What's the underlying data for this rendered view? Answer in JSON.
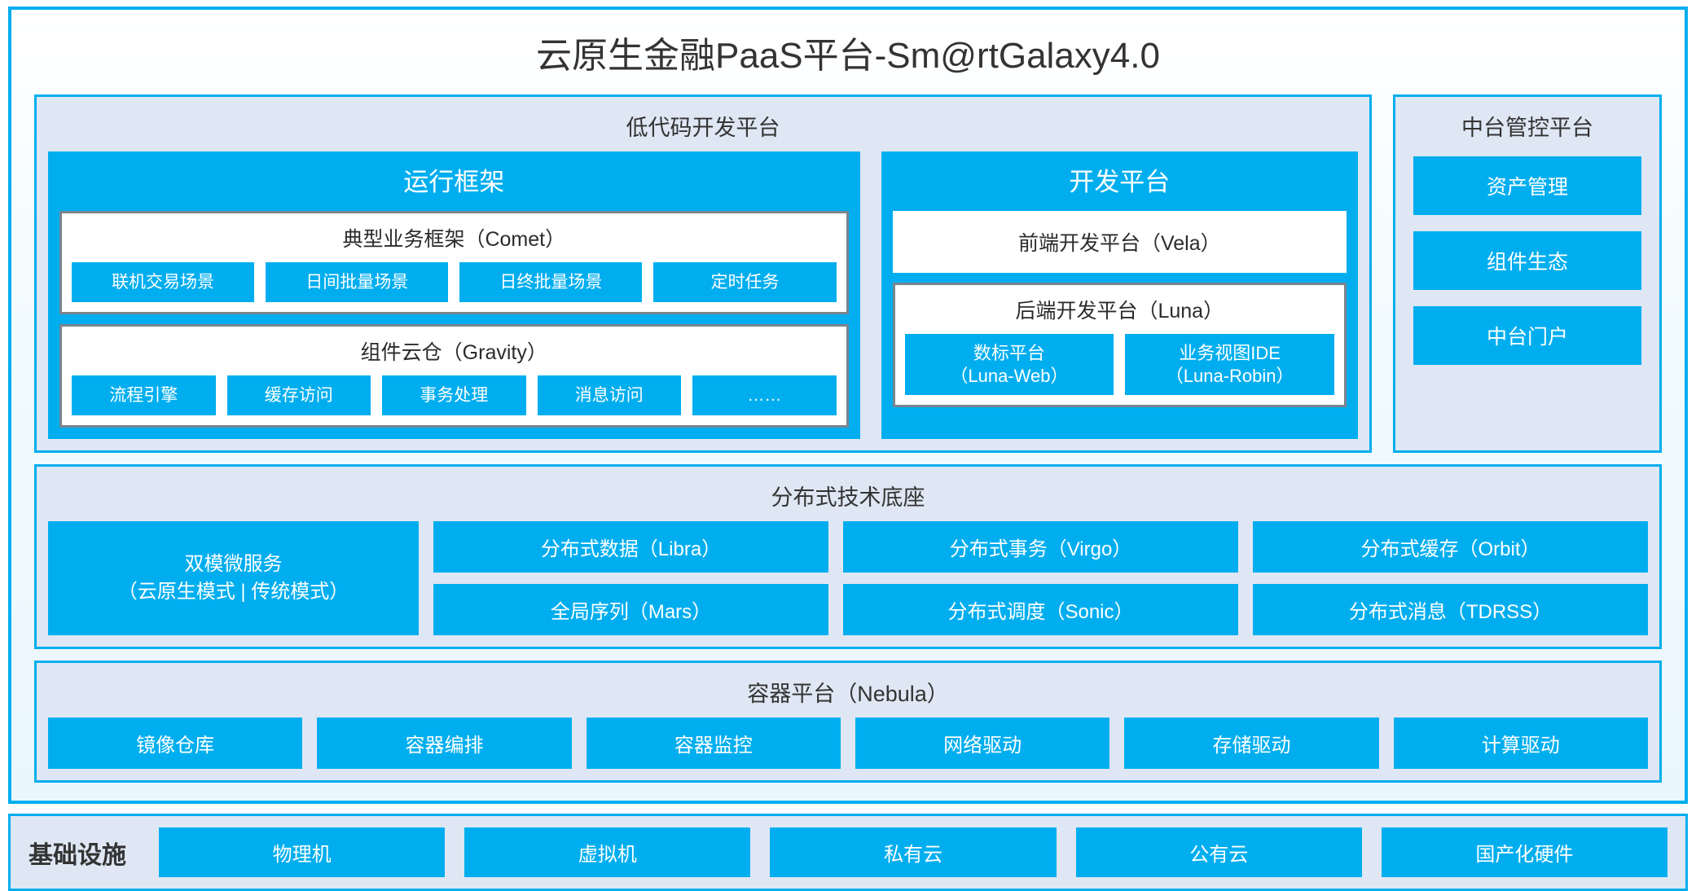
{
  "app": {
    "title": "云原生金融PaaS平台-Sm@rtGalaxy4.0"
  },
  "colors": {
    "accent": "#00AEEF",
    "panel_bg": "#DEE7F3",
    "card_border_grey": "#7A848E",
    "text_dark": "#333333"
  },
  "lowcode": {
    "title": "低代码开发平台",
    "runtime": {
      "title": "运行框架",
      "comet": {
        "title": "典型业务框架（Comet）",
        "items": [
          "联机交易场景",
          "日间批量场景",
          "日终批量场景",
          "定时任务"
        ]
      },
      "gravity": {
        "title": "组件云仓（Gravity）",
        "items": [
          "流程引擎",
          "缓存访问",
          "事务处理",
          "消息访问",
          "……"
        ]
      }
    },
    "devplatform": {
      "title": "开发平台",
      "frontend": "前端开发平台（Vela）",
      "backend": {
        "title": "后端开发平台（Luna）",
        "items": [
          {
            "name": "数标平台",
            "code": "（Luna-Web）"
          },
          {
            "name": "业务视图IDE",
            "code": "（Luna-Robin）"
          }
        ]
      }
    }
  },
  "console": {
    "title": "中台管控平台",
    "items": [
      "资产管理",
      "组件生态",
      "中台门户"
    ]
  },
  "distributed": {
    "title": "分布式技术底座",
    "microservice": {
      "line1": "双模微服务",
      "line2": "（云原生模式 | 传统模式）"
    },
    "columns": [
      [
        "分布式数据（Libra）",
        "全局序列（Mars）"
      ],
      [
        "分布式事务（Virgo）",
        "分布式调度（Sonic）"
      ],
      [
        "分布式缓存（Orbit）",
        "分布式消息（TDRSS）"
      ]
    ]
  },
  "container": {
    "title": "容器平台（Nebula）",
    "items": [
      "镜像仓库",
      "容器编排",
      "容器监控",
      "网络驱动",
      "存储驱动",
      "计算驱动"
    ]
  },
  "infrastructure": {
    "label": "基础设施",
    "items": [
      "物理机",
      "虚拟机",
      "私有云",
      "公有云",
      "国产化硬件"
    ]
  }
}
